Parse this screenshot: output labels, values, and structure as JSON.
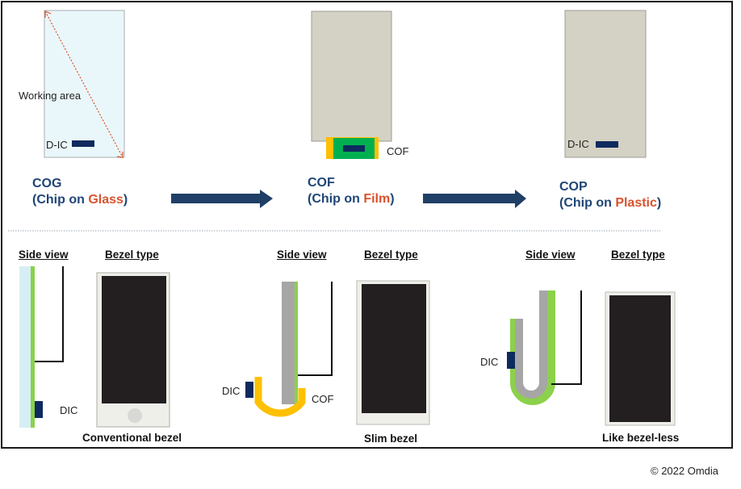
{
  "diagram": {
    "top": [
      {
        "abbr": "COG",
        "paren_open": "(",
        "prefix": "Chip on ",
        "material": "Glass",
        "paren_close": ")",
        "ic_label": "D-IC",
        "annotation": "Working area"
      },
      {
        "abbr": "COF",
        "paren_open": "(",
        "prefix": "Chip on ",
        "material": "Film",
        "paren_close": ")",
        "film_label": "COF"
      },
      {
        "abbr": "COP",
        "paren_open": "(",
        "prefix": "Chip on ",
        "material": "Plastic",
        "paren_close": ")",
        "ic_label": "D-IC"
      }
    ],
    "bottom": [
      {
        "side_view": "Side view",
        "bezel_type": "Bezel type",
        "dic_label": "DIC",
        "caption": "Conventional bezel"
      },
      {
        "side_view": "Side view",
        "bezel_type": "Bezel type",
        "dic_label": "DIC",
        "cof_label": "COF",
        "caption": "Slim bezel"
      },
      {
        "side_view": "Side view",
        "bezel_type": "Bezel type",
        "dic_label": "DIC",
        "caption": "Like bezel-less"
      }
    ],
    "colors": {
      "navy": "#1f3f66",
      "accent": "#d9532e",
      "glass": "#eaf7fa",
      "panel": "#d4d2c4",
      "ic": "#0e2a5e",
      "film_yellow": "#ffc000",
      "film_green": "#00b050",
      "green_layer": "#8bd14a",
      "gray_layer": "#a6a6a6",
      "screen": "#231f20",
      "bezel": "#efefea"
    }
  },
  "footer": {
    "copyright": "© 2022 Omdia"
  }
}
